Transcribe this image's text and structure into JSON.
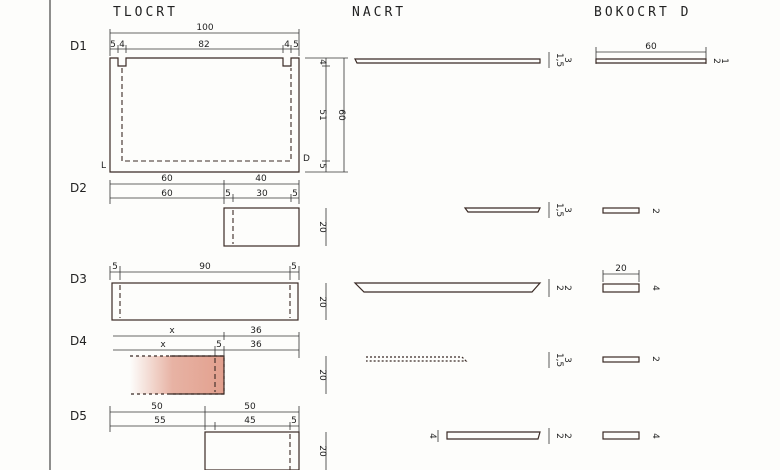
{
  "headers": {
    "top": "TLOCRT",
    "front": "NACRT",
    "side": "BOKOCRT D"
  },
  "parts": {
    "d1": {
      "label": "D1",
      "w_total": "100",
      "w_side_l": "5",
      "w_gap_l": "4",
      "w_mid": "82",
      "w_gap_r": "4",
      "w_side_r": "5",
      "h_total": "60",
      "h_inner": "51",
      "h_top": "4",
      "h_bot": "5",
      "corner_l": "L",
      "corner_r": "D",
      "side_w": "60",
      "thick_a": "1,5",
      "thick_b": "3",
      "side_t_a": "2",
      "side_t_b": "1"
    },
    "d2": {
      "label": "D2",
      "w_a": "60",
      "w_b": "40",
      "w_c": "60",
      "w_side": "5",
      "w_d": "30",
      "w_side_r": "5",
      "h": "20",
      "thick_a": "1,5",
      "thick_b": "3",
      "side_t": "2"
    },
    "d3": {
      "label": "D3",
      "w_side_l": "5",
      "w_mid": "90",
      "w_side_r": "5",
      "h": "20",
      "thick_a": "2",
      "thick_b": "2",
      "side_w": "20",
      "side_t": "4"
    },
    "d4": {
      "label": "D4",
      "w_x1": "x",
      "w_a": "36",
      "w_x2": "x",
      "w_side": "5",
      "w_b": "36",
      "h": "20",
      "thick_a": "1,5",
      "thick_b": "3",
      "side_t": "2"
    },
    "d5": {
      "label": "D5",
      "w_a": "50",
      "w_b": "50",
      "w_c": "55",
      "w_d": "45",
      "w_side": "5",
      "h": "20",
      "thick_a": "2",
      "thick_b": "2",
      "front_t": "4",
      "side_t": "4"
    }
  }
}
